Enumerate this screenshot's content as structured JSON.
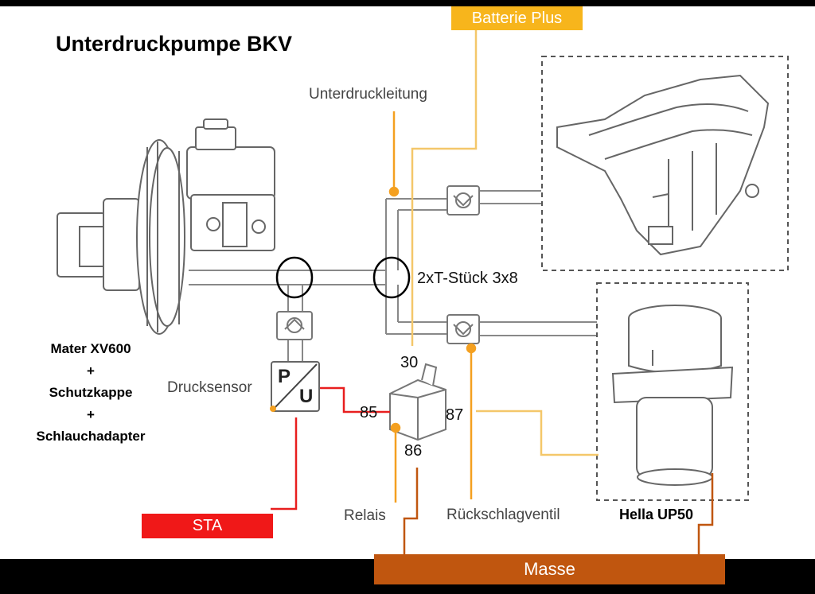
{
  "title": "Unterdruckpumpe BKV",
  "labels": {
    "batterie_plus": "Batterie Plus",
    "unterdruckleitung": "Unterdruckleitung",
    "t_stueck": "2xT-Stück 3x8",
    "drucksensor": "Drucksensor",
    "relais": "Relais",
    "rueckschlagventil": "Rückschlagventil",
    "hella": "Hella UP50",
    "sta": "STA",
    "masse": "Masse",
    "sensor_p": "P",
    "sensor_u": "U"
  },
  "terminals": {
    "t30": "30",
    "t85": "85",
    "t86": "86",
    "t87": "87"
  },
  "mater_stack": [
    "Mater XV600",
    "+",
    "Schutzkappe",
    "+",
    "Schlauchadapter"
  ],
  "colors": {
    "batterie": "#f7b51c",
    "sta": "#f01818",
    "masse": "#c0560f",
    "wire_yellow": "#f4c76a",
    "wire_red": "#e81e1e",
    "wire_brown": "#c0560f"
  }
}
